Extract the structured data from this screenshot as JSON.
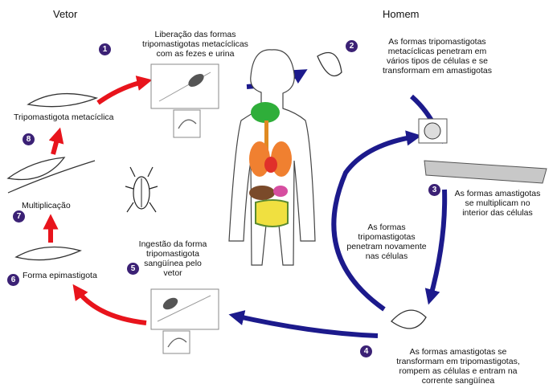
{
  "headers": {
    "vector": "Vetor",
    "human": "Homem"
  },
  "steps": [
    {
      "num": "1",
      "text": "Liberação das formas\ntripomastigotas metacíclicas\ncom as fezes e urina"
    },
    {
      "num": "2",
      "text": "As formas tripomastigotas\nmetacíclicas penetram em\nvários tipos de células e se\ntransformam em amastigotas"
    },
    {
      "num": "3",
      "text": "As formas amastigotas\nse multiplicam no\ninterior das células"
    },
    {
      "num": "4",
      "text": "As formas amastigotas se\ntransformam em tripomastigotas,\nrompem as células e entram na\ncorrente sangüínea"
    },
    {
      "num": "5",
      "text": "Ingestão da forma\ntripomastigota\nsangüínea pelo\nvetor"
    },
    {
      "num": "6",
      "text": "Forma epimastigota"
    },
    {
      "num": "7",
      "text": "Multiplicação"
    },
    {
      "num": "8",
      "text": "Tripomastigota metacíclica"
    }
  ],
  "center_text": "As formas\ntripomastigotas\npenetram novamente\nnas células",
  "colors": {
    "vector_arrow": "#e8141c",
    "human_arrow": "#1c1a8c",
    "badge": "#3b2175"
  },
  "icons": [
    "triatomine-bug-icon",
    "human-body-organs-icon",
    "parasite-icon",
    "infected-cell-icon",
    "muscle-tissue-icon"
  ]
}
